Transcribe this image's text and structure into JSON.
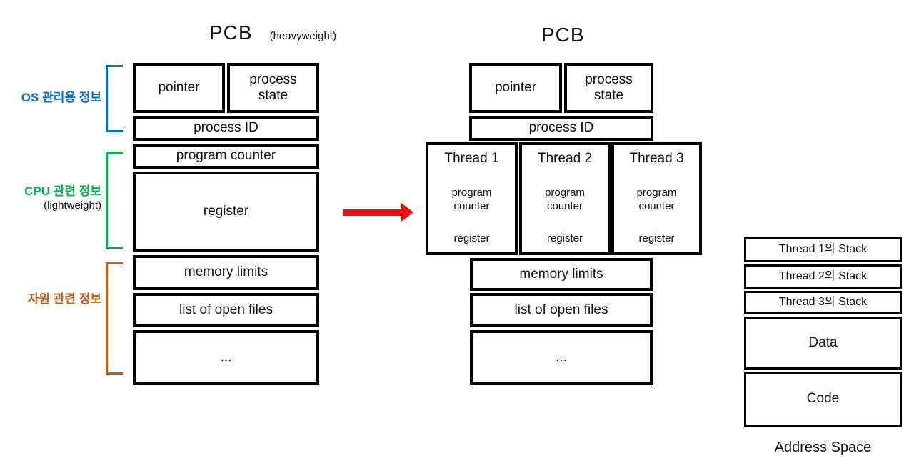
{
  "colors": {
    "blue": "#0b6fc4",
    "green": "#00b050",
    "orange": "#c55a11",
    "red": "#f20d0d",
    "line": "#000000"
  },
  "left_pcb": {
    "title": "PCB",
    "subtitle": "(heavyweight)",
    "rows": {
      "pointer": "pointer",
      "process_state": "process\nstate",
      "process_id": "process ID",
      "program_counter": "program counter",
      "register": "register",
      "memory_limits": "memory limits",
      "open_files": "list of open files",
      "ellipsis": "..."
    }
  },
  "side_labels": {
    "os": {
      "text": "OS 관리용 정보"
    },
    "cpu": {
      "text": "CPU 관련 정보",
      "sub": "(lightweight)"
    },
    "resource": {
      "text": "자원 관련 정보"
    }
  },
  "mid_pcb": {
    "title": "PCB",
    "rows": {
      "pointer": "pointer",
      "process_state": "process\nstate",
      "process_id": "process ID",
      "memory_limits": "memory limits",
      "open_files": "list of open files",
      "ellipsis": "..."
    },
    "threads": [
      {
        "title": "Thread 1",
        "program_counter": "program\ncounter",
        "register": "register"
      },
      {
        "title": "Thread 2",
        "program_counter": "program\ncounter",
        "register": "register"
      },
      {
        "title": "Thread 3",
        "program_counter": "program\ncounter",
        "register": "register"
      }
    ]
  },
  "address_space": {
    "rows": [
      "Thread 1의 Stack",
      "Thread 2의 Stack",
      "Thread 3의 Stack",
      "Data",
      "Code"
    ],
    "caption": "Address Space"
  }
}
